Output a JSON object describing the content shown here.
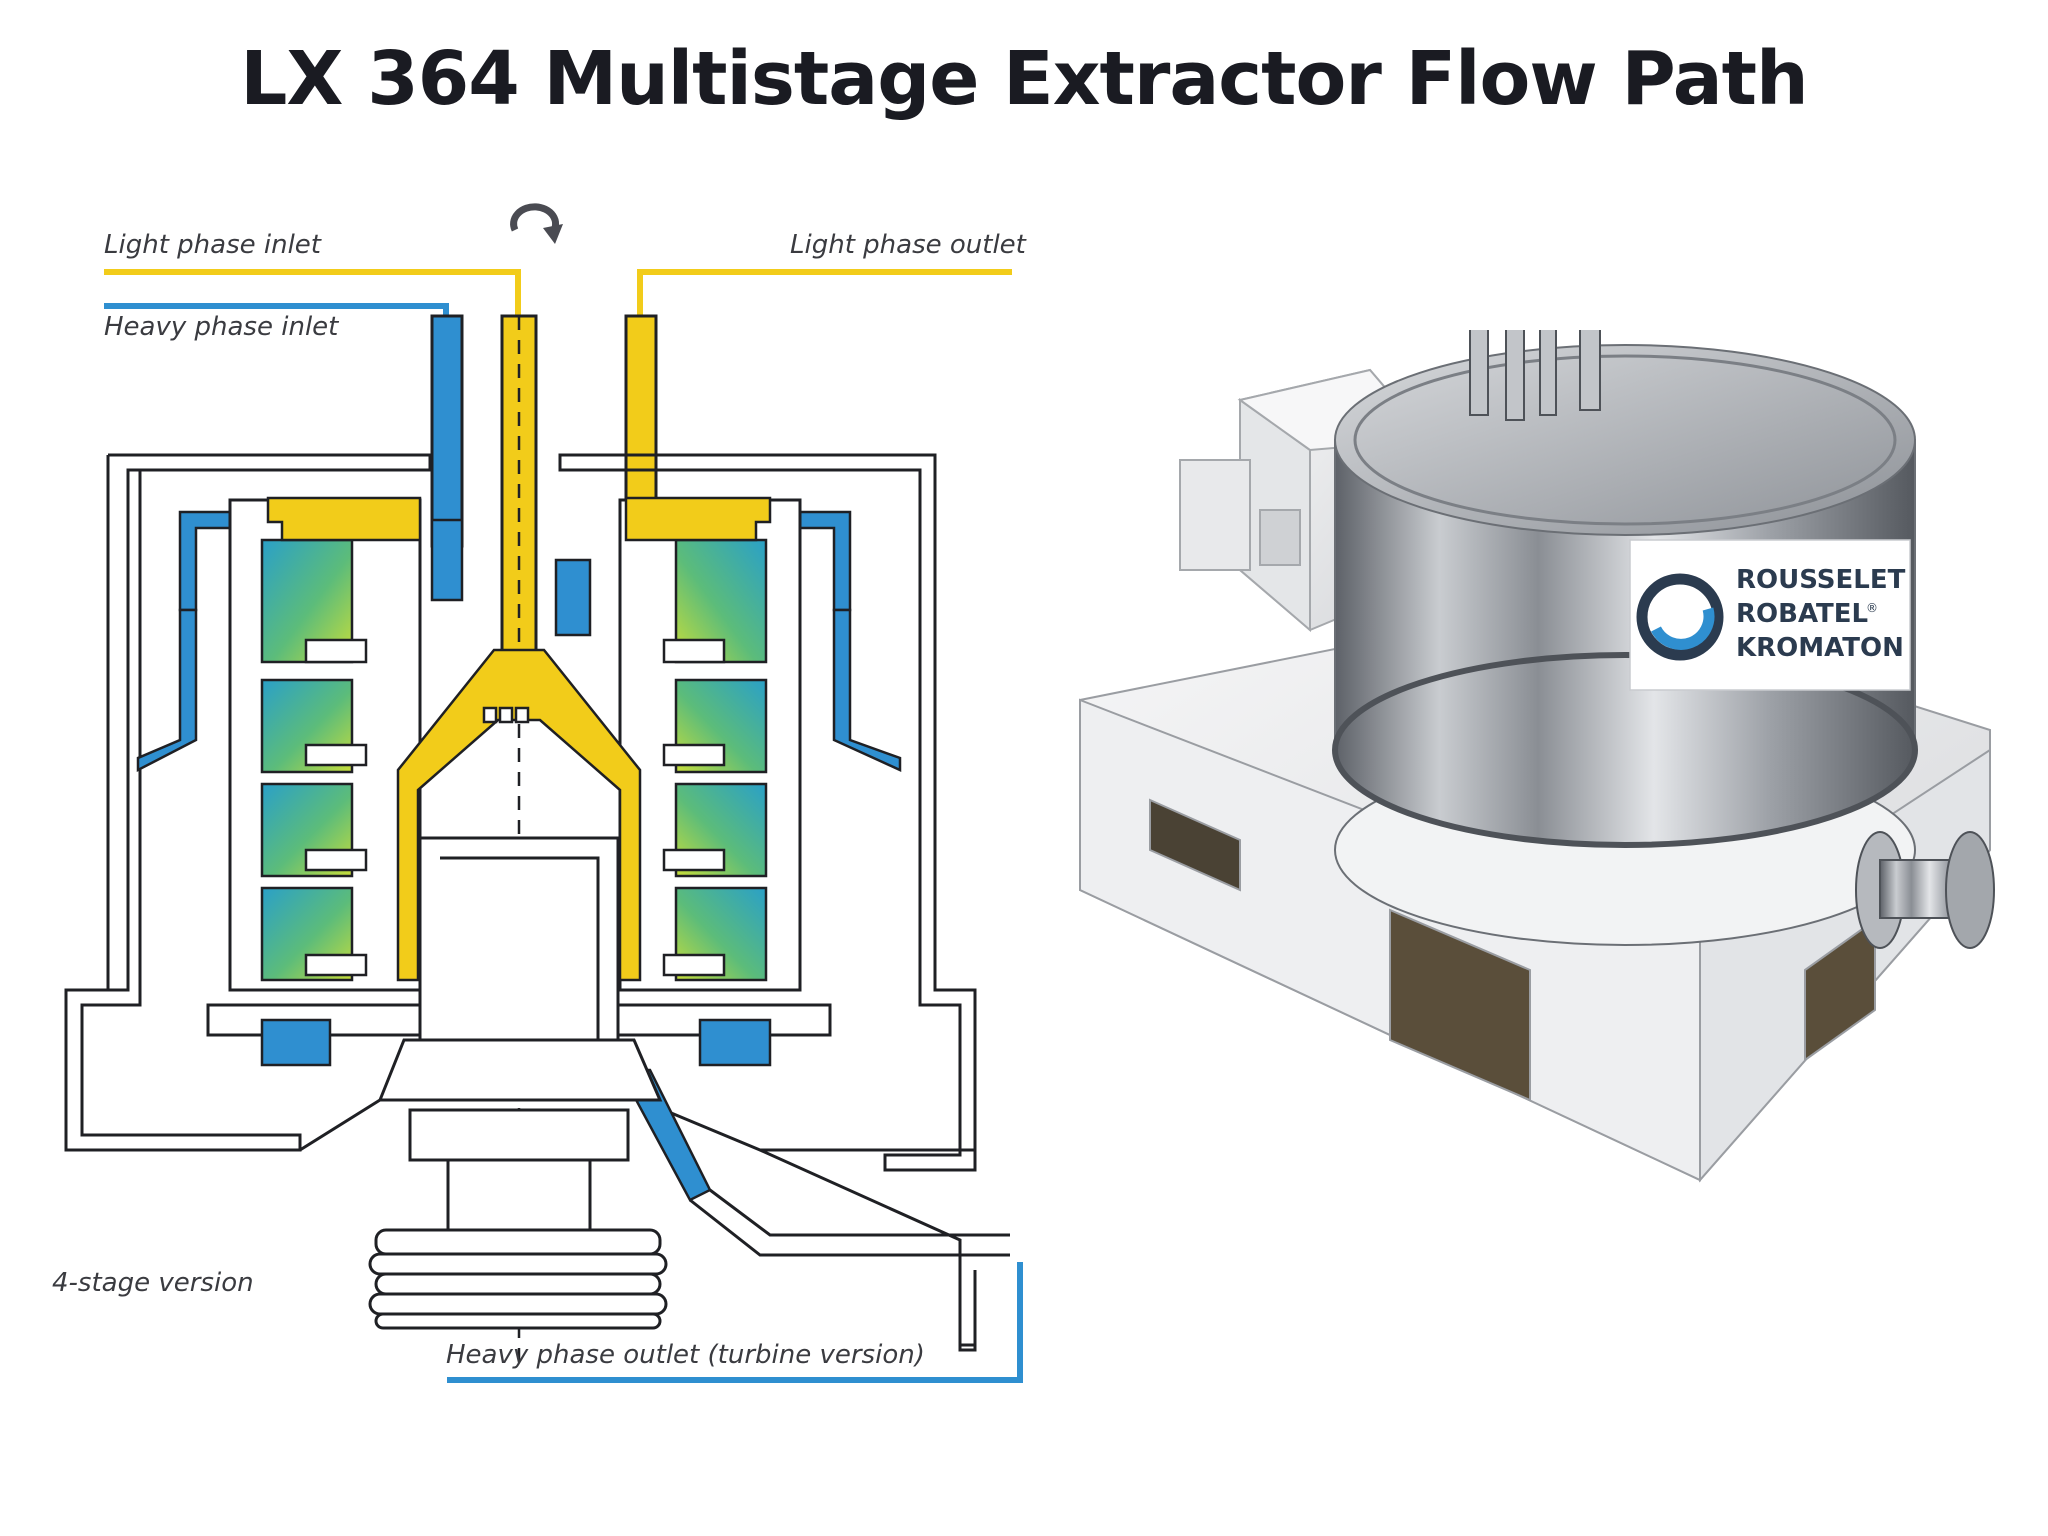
{
  "title": "LX 364 Multistage Extractor Flow Path",
  "labels": {
    "light_phase_inlet": "Light phase inlet",
    "light_phase_outlet": "Light phase outlet",
    "heavy_phase_inlet": "Heavy phase inlet",
    "stage_version": "4-stage version",
    "heavy_phase_outlet": "Heavy phase outlet (turbine version)"
  },
  "brand": {
    "line1": "ROUSSELET",
    "line2": "ROBATEL",
    "reg": "®",
    "line3": "KROMATON"
  },
  "colors": {
    "light_phase": "#f2cc1a",
    "heavy_phase": "#2f8fd0",
    "outline": "#1f2024",
    "stage_gradient_top": "#8fd04a",
    "stage_gradient_bottom": "#2aa0c8"
  },
  "icons": {
    "rotation": "rotation-arrow-icon"
  }
}
